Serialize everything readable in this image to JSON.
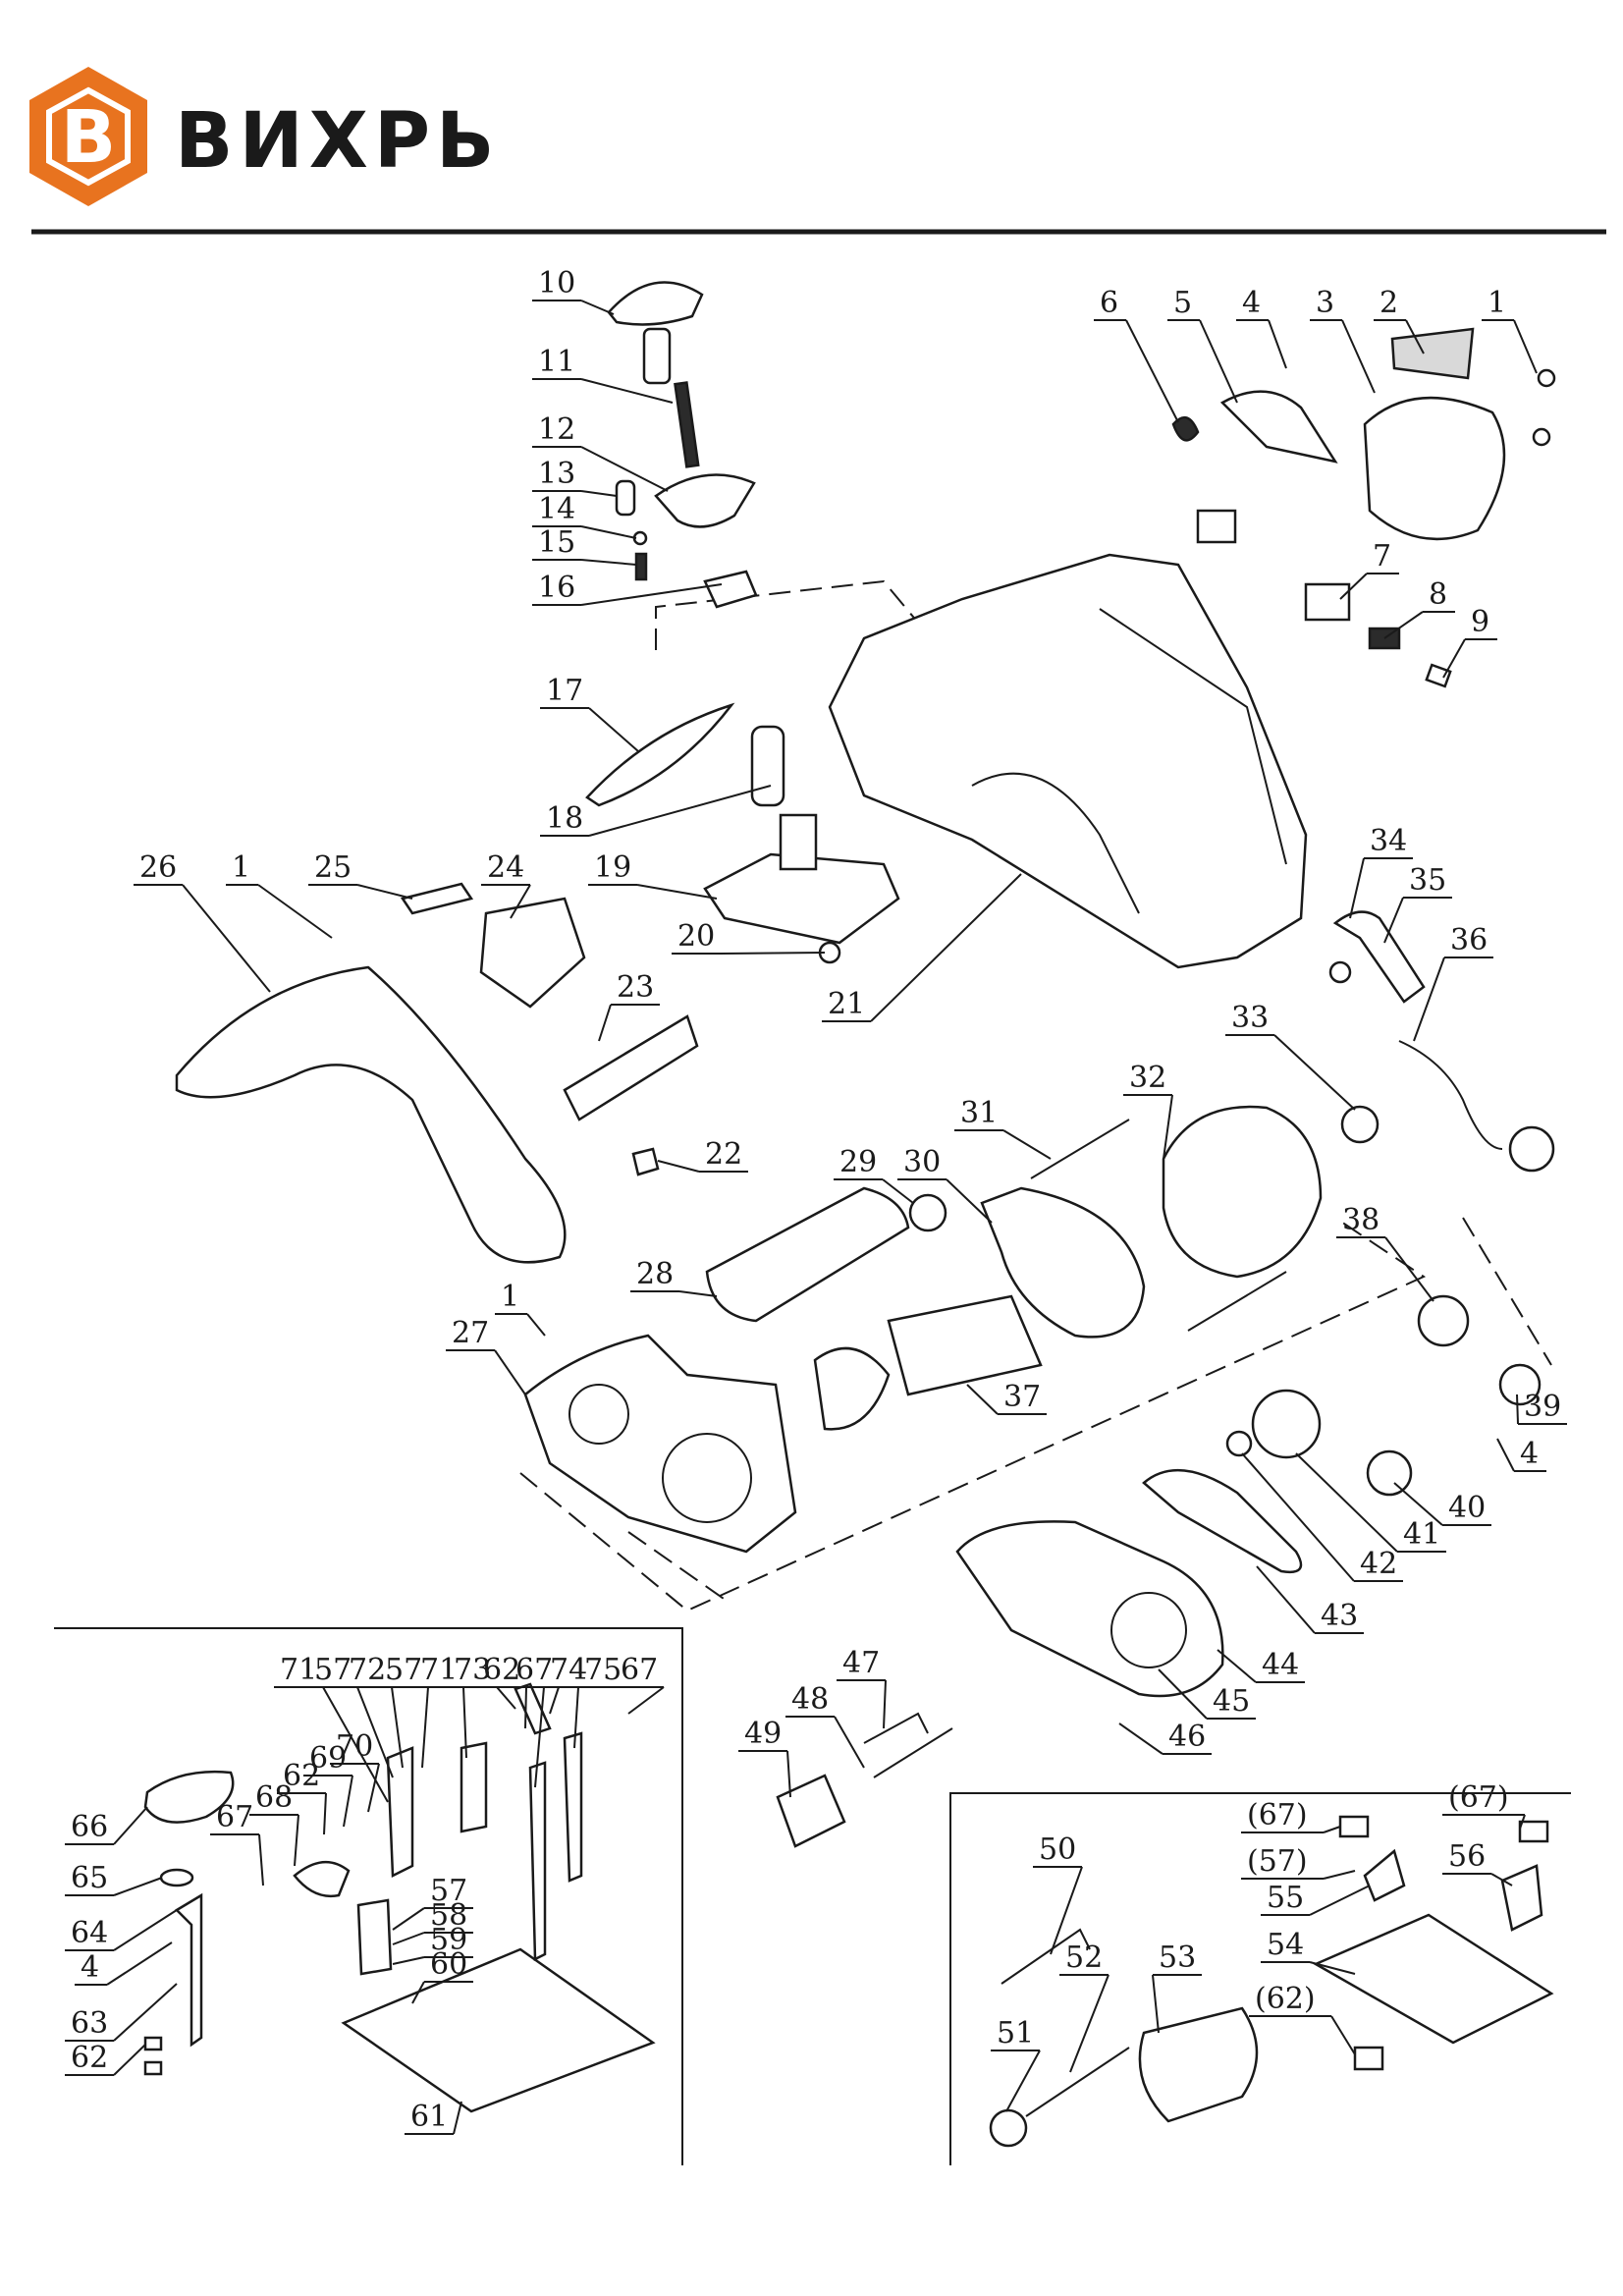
{
  "brand": {
    "name": "ВИХРЬ",
    "logo_letter": "В",
    "logo_color": "#e8731f"
  },
  "labels": [
    {
      "id": "p1a",
      "text": "1"
    },
    {
      "id": "p2",
      "text": "2"
    },
    {
      "id": "p3",
      "text": "3"
    },
    {
      "id": "p4a",
      "text": "4"
    },
    {
      "id": "p5",
      "text": "5"
    },
    {
      "id": "p6",
      "text": "6"
    },
    {
      "id": "p7",
      "text": "7"
    },
    {
      "id": "p8",
      "text": "8"
    },
    {
      "id": "p9",
      "text": "9"
    },
    {
      "id": "p10",
      "text": "10"
    },
    {
      "id": "p11",
      "text": "11"
    },
    {
      "id": "p12",
      "text": "12"
    },
    {
      "id": "p13",
      "text": "13"
    },
    {
      "id": "p14",
      "text": "14"
    },
    {
      "id": "p15",
      "text": "15"
    },
    {
      "id": "p16",
      "text": "16"
    },
    {
      "id": "p17",
      "text": "17"
    },
    {
      "id": "p18",
      "text": "18"
    },
    {
      "id": "p19",
      "text": "19"
    },
    {
      "id": "p20",
      "text": "20"
    },
    {
      "id": "p21",
      "text": "21"
    },
    {
      "id": "p22",
      "text": "22"
    },
    {
      "id": "p23",
      "text": "23"
    },
    {
      "id": "p24",
      "text": "24"
    },
    {
      "id": "p25",
      "text": "25"
    },
    {
      "id": "p26",
      "text": "26"
    },
    {
      "id": "p1b",
      "text": "1"
    },
    {
      "id": "p1c",
      "text": "1"
    },
    {
      "id": "p27",
      "text": "27"
    },
    {
      "id": "p28",
      "text": "28"
    },
    {
      "id": "p29",
      "text": "29"
    },
    {
      "id": "p30",
      "text": "30"
    },
    {
      "id": "p31",
      "text": "31"
    },
    {
      "id": "p32",
      "text": "32"
    },
    {
      "id": "p33",
      "text": "33"
    },
    {
      "id": "p34",
      "text": "34"
    },
    {
      "id": "p35",
      "text": "35"
    },
    {
      "id": "p36",
      "text": "36"
    },
    {
      "id": "p37",
      "text": "37"
    },
    {
      "id": "p38",
      "text": "38"
    },
    {
      "id": "p39",
      "text": "39"
    },
    {
      "id": "p4b",
      "text": "4"
    },
    {
      "id": "p40",
      "text": "40"
    },
    {
      "id": "p41",
      "text": "41"
    },
    {
      "id": "p42",
      "text": "42"
    },
    {
      "id": "p43",
      "text": "43"
    },
    {
      "id": "p44",
      "text": "44"
    },
    {
      "id": "p45",
      "text": "45"
    },
    {
      "id": "p46",
      "text": "46"
    },
    {
      "id": "p47",
      "text": "47"
    },
    {
      "id": "p48",
      "text": "48"
    },
    {
      "id": "p49",
      "text": "49"
    },
    {
      "id": "p50",
      "text": "50"
    },
    {
      "id": "p51",
      "text": "51"
    },
    {
      "id": "p52",
      "text": "52"
    },
    {
      "id": "p53",
      "text": "53"
    },
    {
      "id": "p54",
      "text": "54"
    },
    {
      "id": "p55",
      "text": "55"
    },
    {
      "id": "p56",
      "text": "56"
    },
    {
      "id": "p57p",
      "text": "(57)"
    },
    {
      "id": "p67pa",
      "text": "(67)"
    },
    {
      "id": "p67pb",
      "text": "(67)"
    },
    {
      "id": "p62p",
      "text": "(62)"
    },
    {
      "id": "p66",
      "text": "66"
    },
    {
      "id": "p65",
      "text": "65"
    },
    {
      "id": "p64",
      "text": "64"
    },
    {
      "id": "p4c",
      "text": "4"
    },
    {
      "id": "p63",
      "text": "63"
    },
    {
      "id": "p62a",
      "text": "62"
    },
    {
      "id": "p67a",
      "text": "67"
    },
    {
      "id": "p68",
      "text": "68"
    },
    {
      "id": "p62b",
      "text": "62"
    },
    {
      "id": "p69",
      "text": "69"
    },
    {
      "id": "p70",
      "text": "70"
    },
    {
      "id": "p71a",
      "text": "71"
    },
    {
      "id": "p57a",
      "text": "57"
    },
    {
      "id": "p72",
      "text": "72"
    },
    {
      "id": "p57b",
      "text": "57"
    },
    {
      "id": "p71b",
      "text": "71"
    },
    {
      "id": "p73",
      "text": "73"
    },
    {
      "id": "p62c",
      "text": "62"
    },
    {
      "id": "p67b",
      "text": "67"
    },
    {
      "id": "p74",
      "text": "74"
    },
    {
      "id": "p75",
      "text": "75"
    },
    {
      "id": "p67c",
      "text": "67"
    },
    {
      "id": "p57c",
      "text": "57"
    },
    {
      "id": "p58",
      "text": "58"
    },
    {
      "id": "p59",
      "text": "59"
    },
    {
      "id": "p60",
      "text": "60"
    },
    {
      "id": "p61",
      "text": "61"
    }
  ]
}
